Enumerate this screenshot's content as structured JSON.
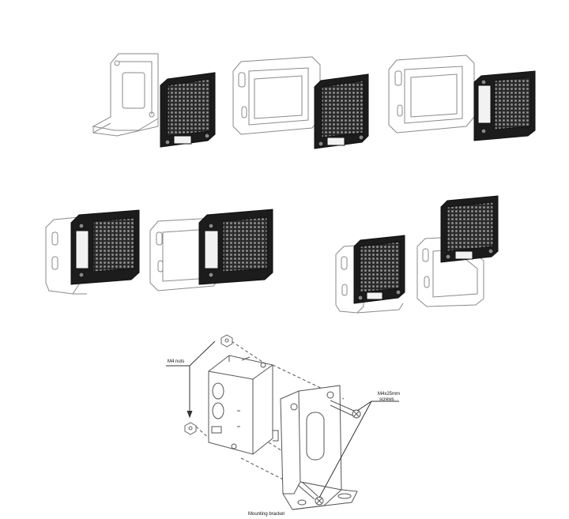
{
  "labels": {
    "nuts": "M4 nuts",
    "screws_line1": "M4x25mm",
    "screws_line2": "screws",
    "bracket": "Mounting bracket"
  },
  "colors": {
    "line": "#6f6f6f",
    "light_line": "#b0b0b0",
    "reflector_dark": "#1c1c1c",
    "reflector_grid": "#6a6a6a",
    "background": "#ffffff"
  }
}
